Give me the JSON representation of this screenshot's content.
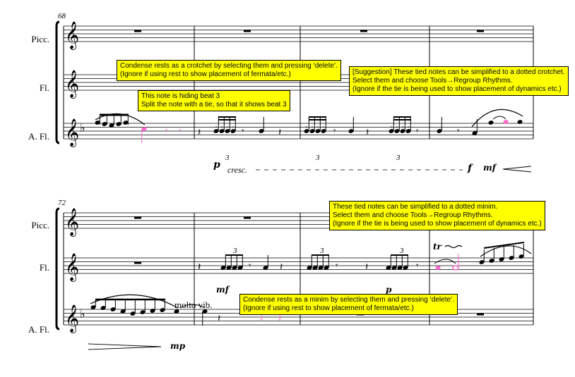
{
  "systems": [
    {
      "measure_number": "68",
      "instruments": [
        "Picc.",
        "Fl.",
        "A. Fl."
      ]
    },
    {
      "measure_number": "72",
      "instruments": [
        "Picc.",
        "Fl.",
        "A. Fl."
      ]
    }
  ],
  "markings": {
    "dyn_p": "p",
    "cresc": "cresc.",
    "dyn_f": "f",
    "dyn_mf_1": "mf",
    "dyn_mf_2": "mf",
    "dyn_mp": "mp",
    "dyn_p2": "p",
    "molto_vib": "molto vib.",
    "tuplet_3": "3",
    "trill": "tr"
  },
  "annotations": [
    {
      "id": "condense-crotchet",
      "lines": [
        "Condense rests as a crotchet by selecting them and pressing ‘delete’.",
        "(Ignore if using rest to show placement of fermata/etc.)"
      ]
    },
    {
      "id": "hiding-beat",
      "lines": [
        "This note is hiding beat 3",
        "Split the note with a tie, so that it shows beat 3"
      ]
    },
    {
      "id": "tied-crotchet",
      "lines": [
        "[Suggestion] These tied notes can be simplified to a dotted crotchet.",
        "Select them and choose Tools→Regroup Rhythms.",
        "(Ignore if the tie is being used to show placement of dynamics etc.)"
      ]
    },
    {
      "id": "tied-minim",
      "lines": [
        "These tied notes can be simplified to a dotted minim.",
        "Select them and choose Tools→Regroup Rhythms.",
        "(Ignore if the tie is being used to show placement of dynamics etc.)"
      ]
    },
    {
      "id": "condense-minim",
      "lines": [
        "Condense rests as a minim by selecting them and pressing ‘delete’.",
        "(Ignore if using rest to show placement of fermata/etc.)"
      ]
    }
  ],
  "colors": {
    "annotation_bg": "#ffff00",
    "highlight": "#ff66cc",
    "ink": "#000000"
  }
}
